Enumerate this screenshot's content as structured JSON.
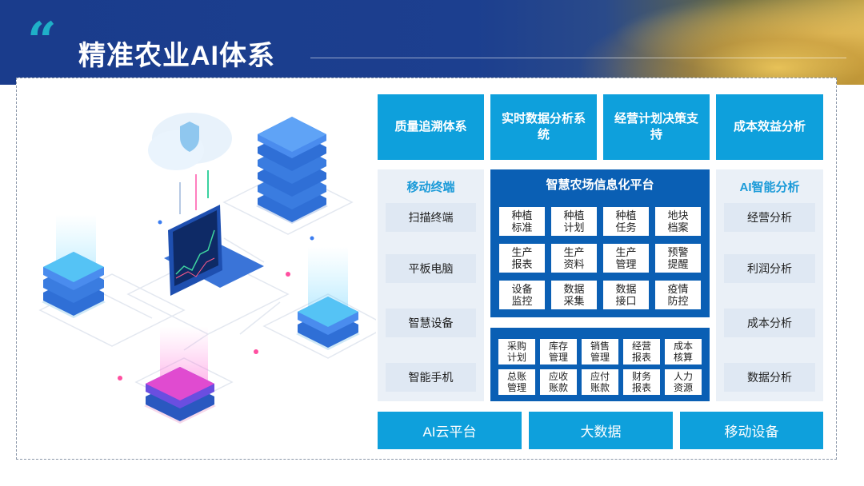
{
  "header": {
    "quote_mark": "“",
    "title": "精准农业AI体系"
  },
  "top_systems": [
    "质量追溯体系",
    "实时数据分析系统",
    "经营计划决策支持",
    "成本效益分析"
  ],
  "mobile_terminal": {
    "title": "移动终端",
    "items": [
      "扫描终端",
      "平板电脑",
      "智慧设备",
      "智能手机"
    ]
  },
  "platform": {
    "title": "智慧农场信息化平台",
    "modules": [
      "种植标准",
      "种植计划",
      "种植任务",
      "地块档案",
      "生产报表",
      "生产资料",
      "生产管理",
      "预警提醒",
      "设备监控",
      "数据采集",
      "数据接口",
      "疫情防控"
    ]
  },
  "erp": {
    "modules": [
      "采购计划",
      "库存管理",
      "销售管理",
      "经营报表",
      "成本核算",
      "总账管理",
      "应收账款",
      "应付账款",
      "财务报表",
      "人力资源"
    ]
  },
  "ai_analysis": {
    "title": "AI智能分析",
    "items": [
      "经营分析",
      "利润分析",
      "成本分析",
      "数据分析"
    ]
  },
  "bottom_layer": [
    "AI云平台",
    "大数据",
    "移动设备"
  ],
  "colors": {
    "header_blue": "#1c3f8f",
    "accent_cyan": "#0ea0dc",
    "platform_blue": "#0a5fb4",
    "panel_grey": "#eaf0f7",
    "title_blue": "#1a9ad8"
  }
}
